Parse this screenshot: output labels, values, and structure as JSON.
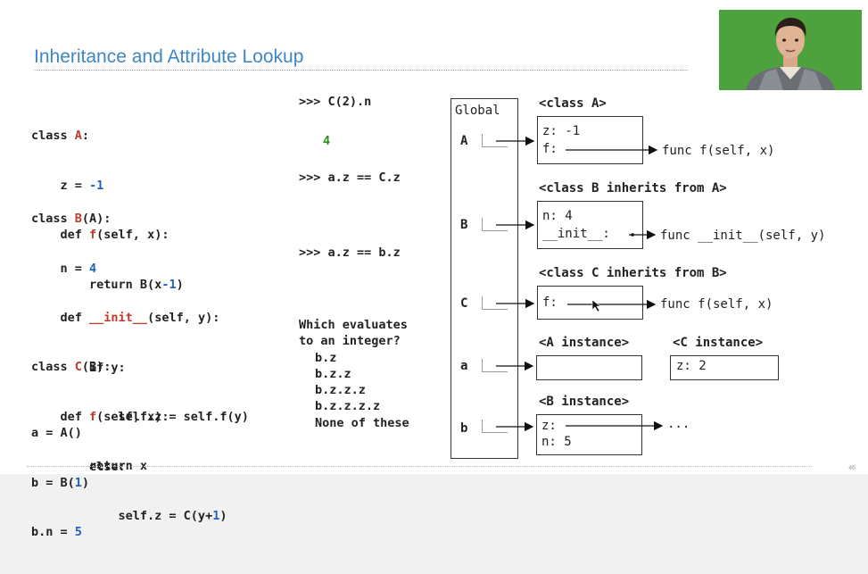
{
  "slide": {
    "title": "Inheritance and Attribute Lookup",
    "page_number": "46"
  },
  "code": {
    "class_a": [
      "class A:",
      "    z = -1",
      "    def f(self, x):",
      "        return B(x-1)"
    ],
    "class_b": [
      "class B(A):",
      "    n = 4",
      "    def __init__(self, y):",
      "        if y:",
      "            self.z = self.f(y)",
      "        else:",
      "            self.z = C(y+1)"
    ],
    "class_c": [
      "class C(B):",
      "    def f(self, x):",
      "        return x"
    ],
    "tail": [
      "a = A()",
      "b = B(1)",
      "b.n = 5"
    ]
  },
  "questions": {
    "q1": ">>> C(2).n",
    "a1": "4",
    "q2": ">>> a.z == C.z",
    "q3": ">>> a.z == b.z",
    "which_line1": "Which evaluates",
    "which_line2": "to an integer?",
    "options": [
      "b.z",
      "b.z.z",
      "b.z.z.z",
      "b.z.z.z.z",
      "None of these"
    ]
  },
  "diagram": {
    "frame_label": "Global",
    "vars": [
      "A",
      "B",
      "C",
      "a",
      "b"
    ],
    "class_a_header": "<class A>",
    "class_a_fields": [
      "z: -1",
      "f:"
    ],
    "class_a_func": "func f(self, x)",
    "class_b_header": "<class B inherits from A>",
    "class_b_fields": [
      "n: 4",
      "__init__:"
    ],
    "class_b_func": "func __init__(self, y)",
    "class_c_header": "<class C inherits from B>",
    "class_c_fields": [
      "f:"
    ],
    "class_c_func": "func f(self, x)",
    "a_instance_header": "<A instance>",
    "c_instance_header": "<C instance>",
    "c_instance_fields": [
      "z: 2"
    ],
    "b_instance_header": "<B instance>",
    "b_instance_fields": [
      "z:",
      "n: 5"
    ],
    "b_instance_target": "..."
  },
  "colors": {
    "title": "#3f86c5",
    "identifier": "#c0392b",
    "number": "#1f5fbf",
    "result": "#2e8b1e",
    "video_bg": "#4ea23e"
  }
}
